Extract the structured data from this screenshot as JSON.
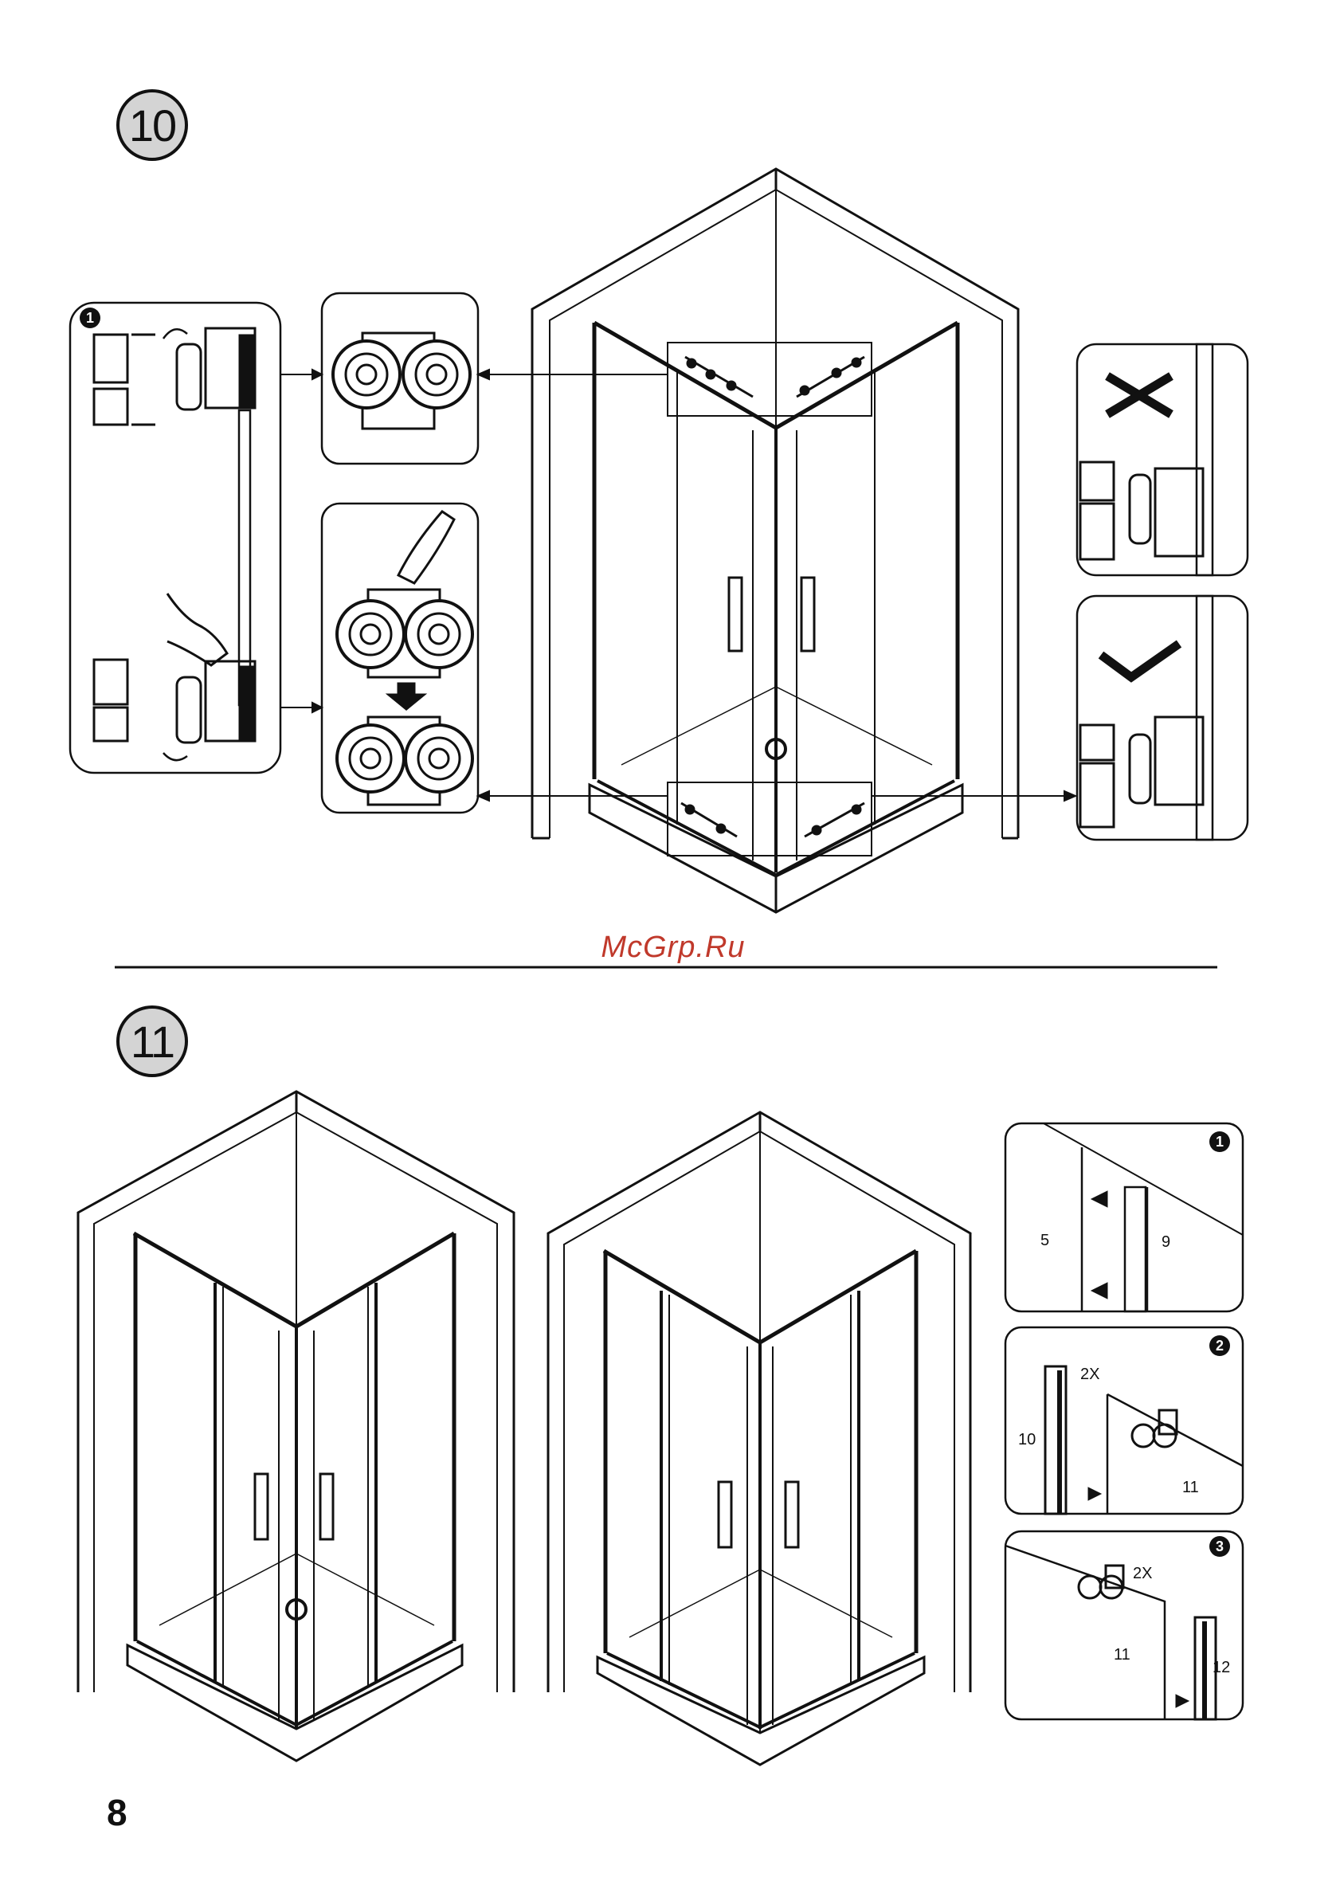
{
  "steps": {
    "step10": "10",
    "step11": "11"
  },
  "watermark": "McGrp.Ru",
  "page_number": "8",
  "step10": {
    "sub_badge": "1"
  },
  "step11": {
    "detail1": {
      "badge": "1",
      "parts": [
        "5",
        "9"
      ]
    },
    "detail2": {
      "badge": "2",
      "parts": [
        "10",
        "11"
      ],
      "qty": "2X"
    },
    "detail3": {
      "badge": "3",
      "parts": [
        "11",
        "12"
      ],
      "qty": "2X"
    }
  }
}
